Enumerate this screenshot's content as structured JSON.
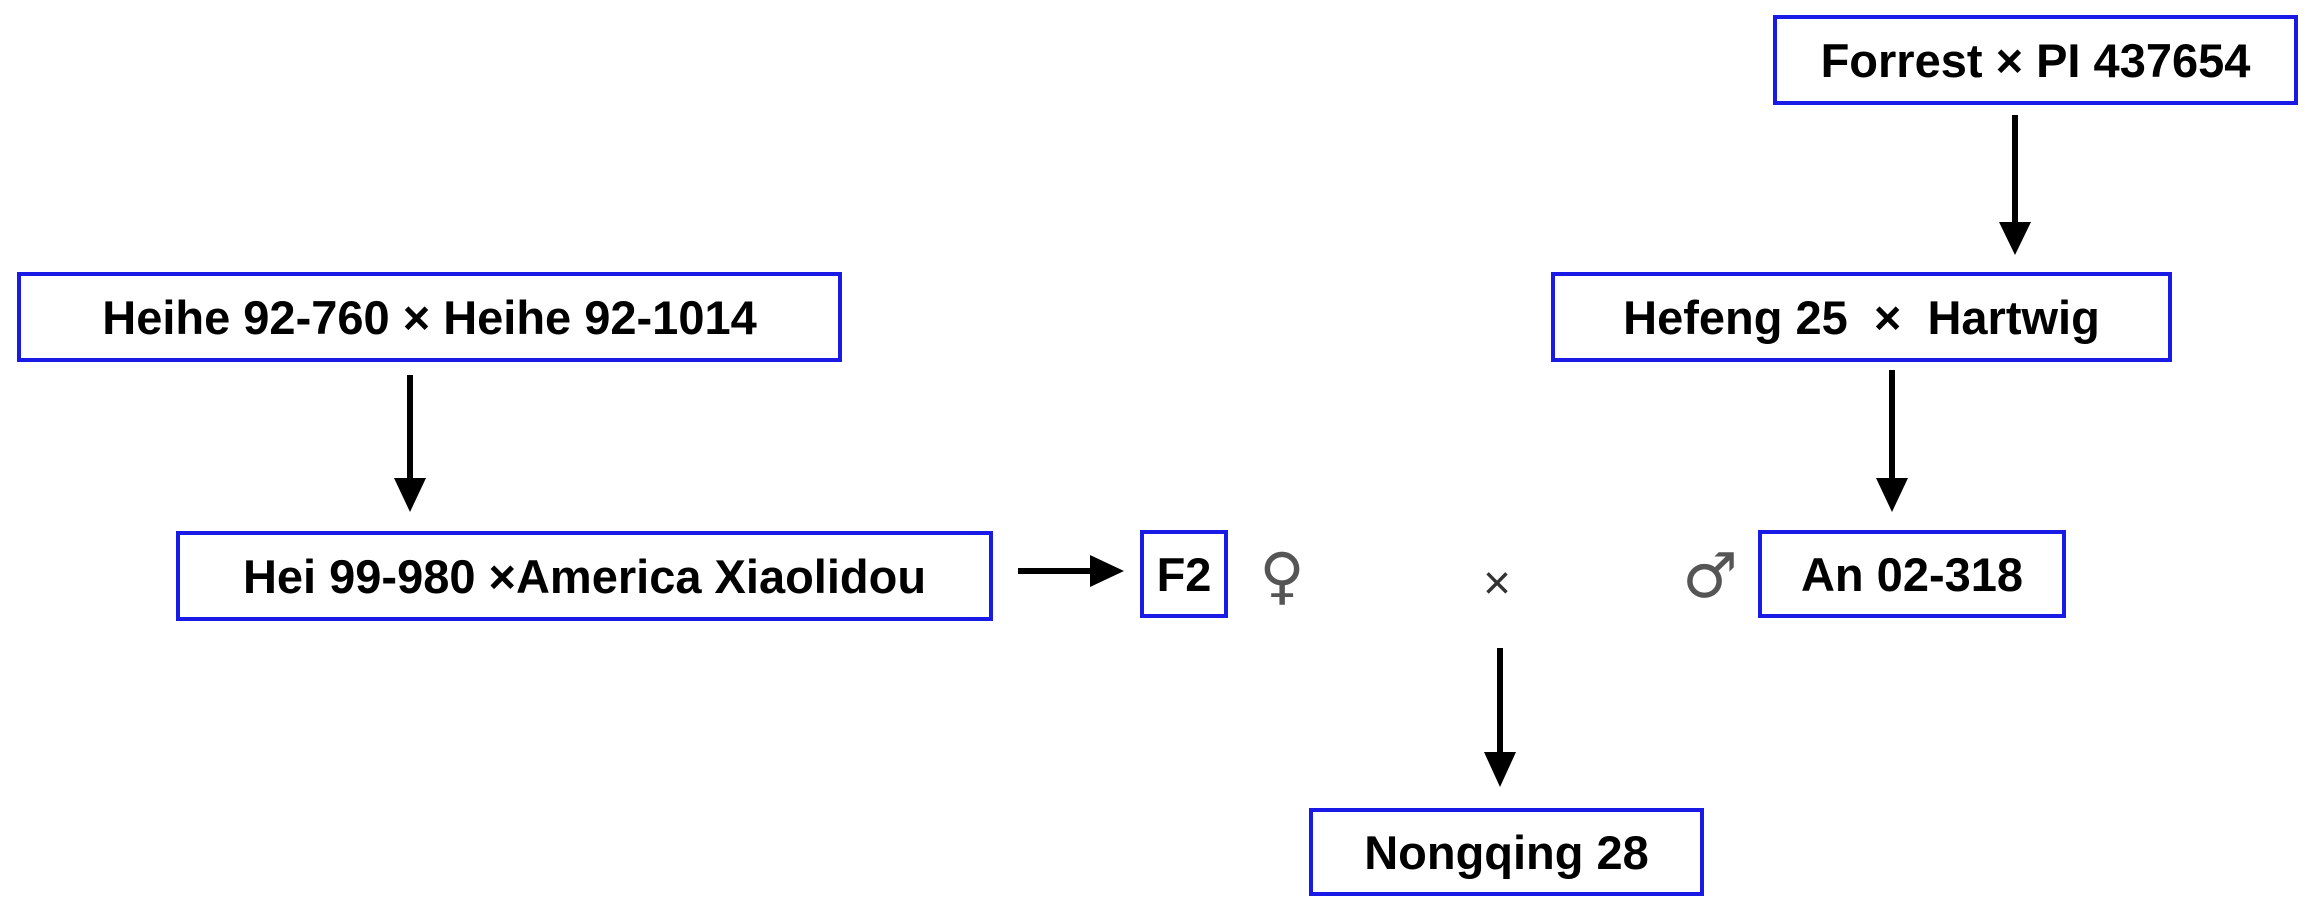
{
  "colors": {
    "box_border": "#1a1ae6",
    "arrow": "#000000",
    "text": "#000000"
  },
  "nodes": {
    "forrest_cross": "Forrest × PI 437654",
    "heihe_cross": "Heihe 92-760 × Heihe 92-1014",
    "hefeng_cross": "Hefeng 25  ×  Hartwig",
    "hei_cross": "Hei 99-980 ×America Xiaolidou",
    "f2": "F2",
    "an": "An 02-318",
    "nongqing": "Nongqing 28"
  },
  "symbols": {
    "female": "♀",
    "male": "♂",
    "cross": "×"
  }
}
